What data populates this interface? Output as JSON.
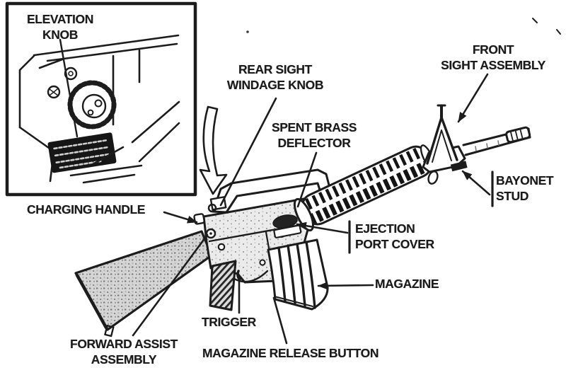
{
  "figure": {
    "subject": "M16 rifle parts-identification line drawing with magnified rear-sight inset",
    "background_color": "#ffffff",
    "ink_color": "#1c1c1c",
    "stock_texture_color": "#d3d3d3"
  },
  "inset": {
    "label": {
      "line1": "ELEVATION",
      "line2": "KNOB"
    }
  },
  "labels": {
    "rear_sight_windage_knob": {
      "line1": "REAR SIGHT",
      "line2": "WINDAGE KNOB"
    },
    "spent_brass_deflector": {
      "line1": "SPENT BRASS",
      "line2": "DEFLECTOR"
    },
    "front_sight_assembly": {
      "line1": "FRONT",
      "line2": "SIGHT ASSEMBLY"
    },
    "bayonet_stud": {
      "line1": "BAYONET",
      "line2": "STUD"
    },
    "charging_handle": {
      "text": "CHARGING HANDLE"
    },
    "ejection_port_cover": {
      "line1": "EJECTION",
      "line2": "PORT COVER"
    },
    "magazine": {
      "text": "MAGAZINE"
    },
    "trigger": {
      "text": "TRIGGER"
    },
    "forward_assist_assembly": {
      "line1": "FORWARD ASSIST",
      "line2": "ASSEMBLY"
    },
    "magazine_release_button": {
      "text": "MAGAZINE RELEASE BUTTON"
    }
  }
}
